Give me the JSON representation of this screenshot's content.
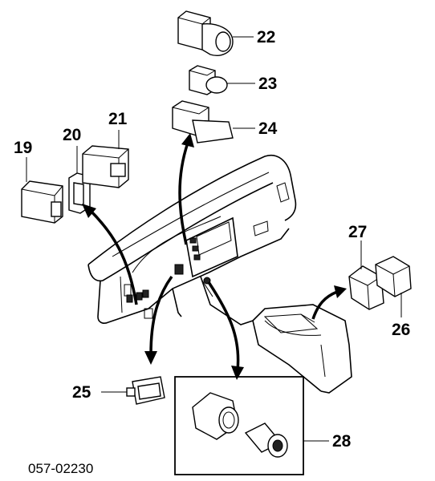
{
  "callouts": [
    {
      "id": "19",
      "label": "19"
    },
    {
      "id": "20",
      "label": "20"
    },
    {
      "id": "21",
      "label": "21"
    },
    {
      "id": "22",
      "label": "22"
    },
    {
      "id": "23",
      "label": "23"
    },
    {
      "id": "24",
      "label": "24"
    },
    {
      "id": "25",
      "label": "25"
    },
    {
      "id": "26",
      "label": "26"
    },
    {
      "id": "27",
      "label": "27"
    },
    {
      "id": "28",
      "label": "28"
    }
  ],
  "diagram_code": "057-02230"
}
